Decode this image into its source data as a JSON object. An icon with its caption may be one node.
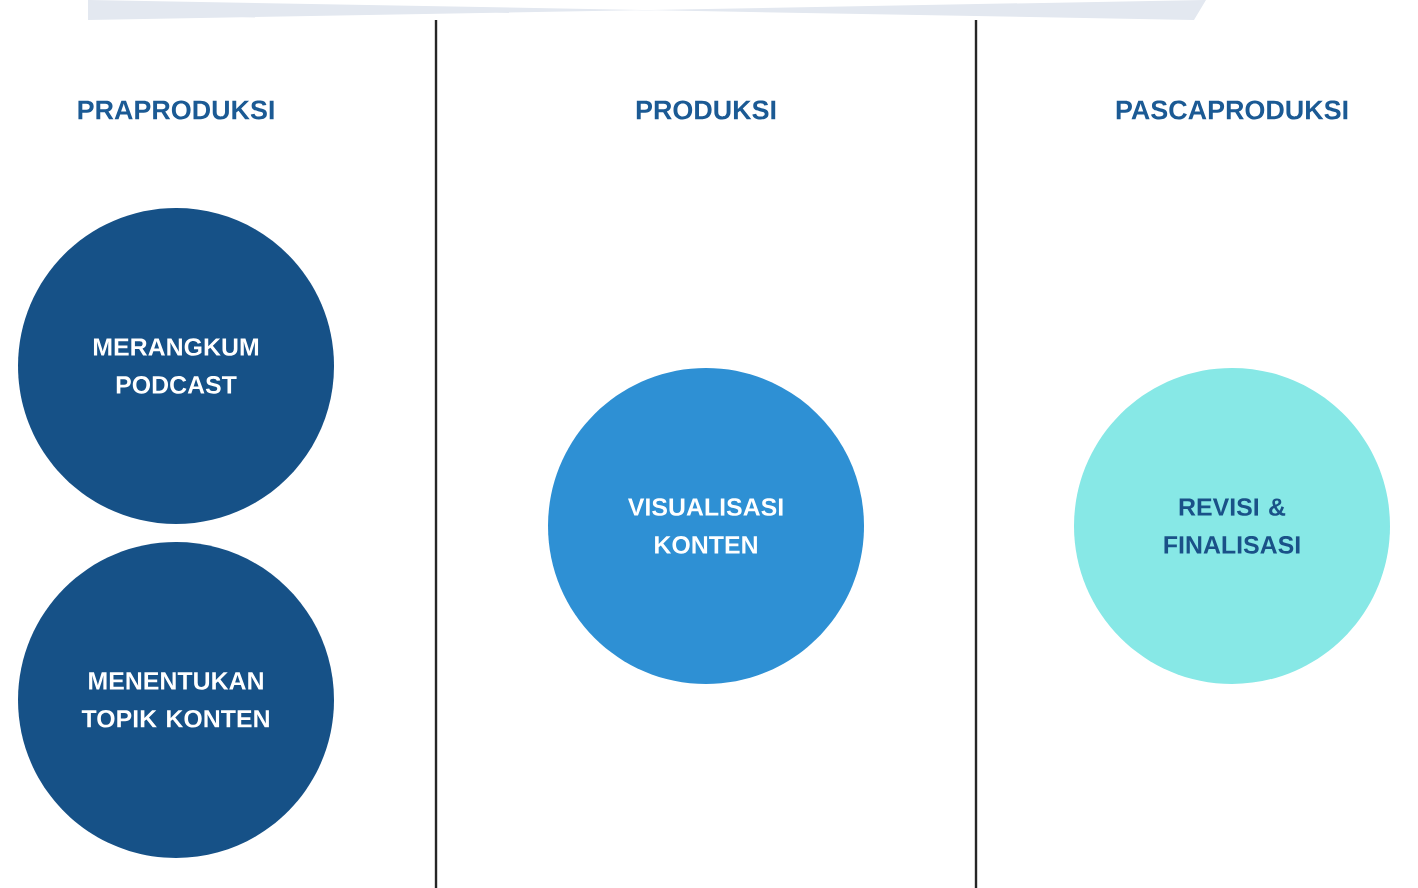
{
  "diagram": {
    "nodes": [
      {
        "text": [
          "MERANGKUM PODCAST"
        ]
      },
      {
        "text": [
          "MENENTUKAN TOPIK KONTEN"
        ]
      },
      {
        "text": [
          "VISUALISASI KONTEN"
        ]
      },
      {
        "text": [
          "REVISI & FINALISASI"
        ]
      }
    ],
    "labels": [
      "PRAPRODUKSI",
      "PRODUKSI",
      "PASCAPRODUKSI"
    ]
  }
}
